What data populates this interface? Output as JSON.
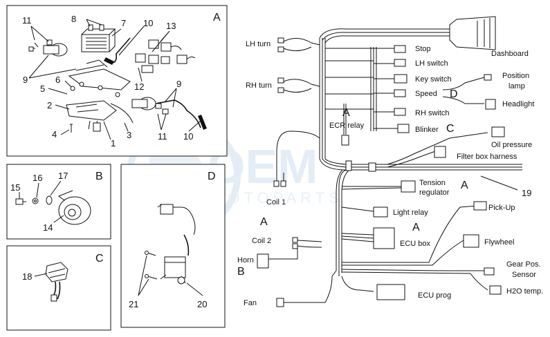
{
  "watermark": {
    "main": "OEM",
    "sub": "MOTOPARTS"
  },
  "panels": {
    "A": {
      "letter": "A",
      "numbers": [
        "11",
        "8",
        "7",
        "10",
        "13",
        "9",
        "6",
        "5",
        "2",
        "4",
        "1",
        "3",
        "12",
        "9",
        "11",
        "10"
      ]
    },
    "B": {
      "letter": "B",
      "numbers": [
        "15",
        "16",
        "17",
        "14"
      ]
    },
    "C": {
      "letter": "C",
      "numbers": [
        "18"
      ]
    },
    "D": {
      "letter": "D",
      "numbers": [
        "21",
        "20"
      ]
    }
  },
  "harness": {
    "labels": {
      "lh_turn": "LH turn",
      "rh_turn": "RH turn",
      "stop": "Stop",
      "lh_switch": "LH switch",
      "key_switch": "Key switch",
      "speed": "Speed",
      "rh_switch": "RH switch",
      "blinker": "Blinker",
      "dashboard": "Dashboard",
      "position_lamp_1": "Position",
      "position_lamp_2": "lamp",
      "headlight": "Headlight",
      "ecr_relay": "ECR relay",
      "oil_pressure": "Oil pressure",
      "filter_box_harness": "Filter box harness",
      "coil_1": "Coil 1",
      "tension_regulator_1": "Tension",
      "tension_regulator_2": "regulator",
      "light_relay": "Light relay",
      "pick_up": "Pick-Up",
      "coil_2": "Coil 2",
      "ecu_box": "ECU box",
      "horn": "Horn",
      "flywheel": "Flywheel",
      "gear_pos_1": "Gear Pos.",
      "gear_pos_2": "Sensor",
      "fan": "Fan",
      "ecu_prog": "ECU prog",
      "h2o_temp": "H2O temp."
    },
    "letters": {
      "speed_d": "D",
      "ecr_a": "A",
      "blinker_c": "C",
      "tension_a": "A",
      "coil2_a": "A",
      "ecu_a": "A",
      "horn_b": "B"
    },
    "number_19": "19"
  }
}
